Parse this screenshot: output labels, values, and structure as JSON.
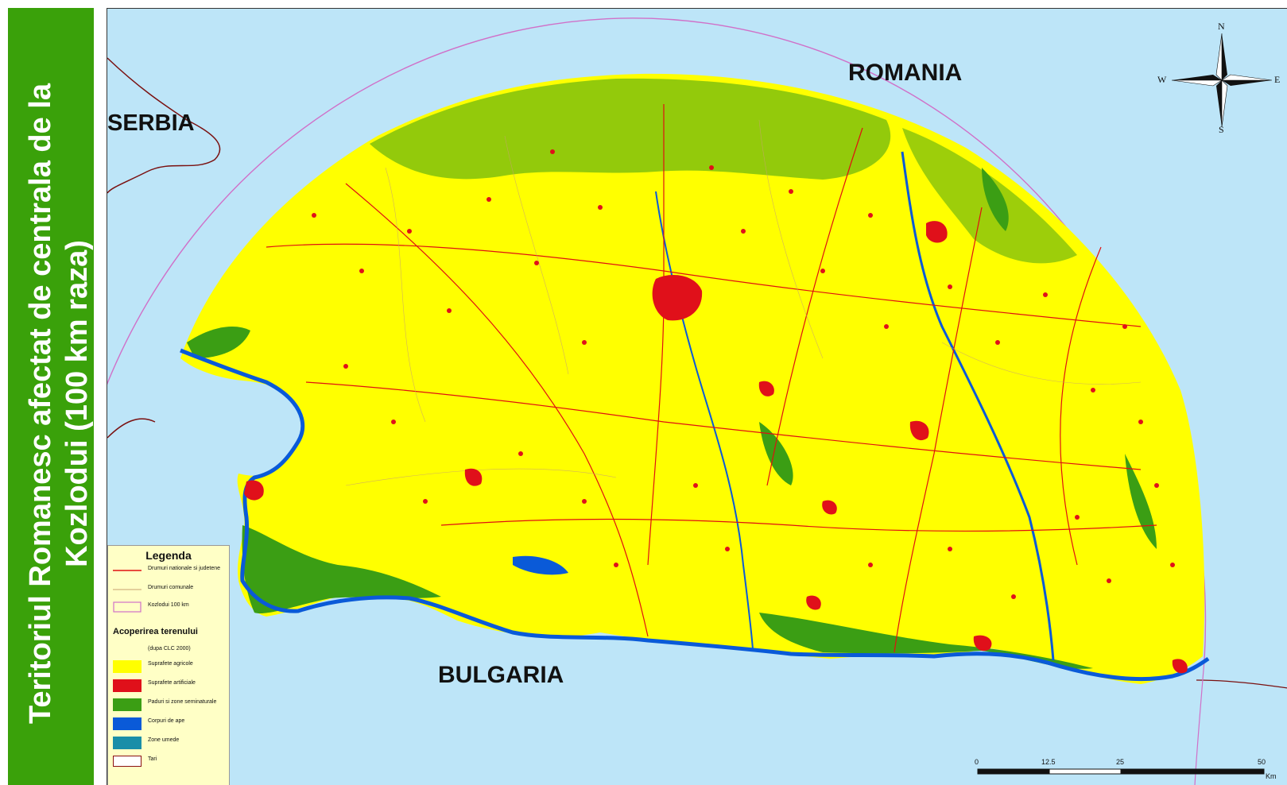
{
  "title": "Teritoriul Romanesc afectat de centrala de la Kozlodui (100 km raza)",
  "countries": {
    "romania": "ROMANIA",
    "serbia": "SERBIA",
    "bulgaria": "BULGARIA"
  },
  "legend": {
    "title": "Legenda",
    "items": [
      {
        "label": "Drumuri nationale si judetene",
        "color": "#e01010",
        "kind": "line"
      },
      {
        "label": "Drumuri comunale",
        "color": "#c8a070",
        "kind": "line"
      },
      {
        "label": "Kozlodui 100 km",
        "color": "#d070c8",
        "kind": "outline"
      }
    ],
    "section_title": "Acoperirea terenului",
    "section_note": "(dupa CLC 2000)",
    "landcover": [
      {
        "label": "Suprafete agricole",
        "color": "#ffff00"
      },
      {
        "label": "Suprafete artificiale",
        "color": "#e0101a"
      },
      {
        "label": "Paduri si zone seminaturale",
        "color": "#3b9e14"
      },
      {
        "label": "Corpuri de ape",
        "color": "#0a5ad8"
      },
      {
        "label": "Zone umede",
        "color": "#1a8ea8"
      },
      {
        "label": "Tari",
        "color": "#ffffff",
        "outline": "#8a1010"
      }
    ]
  },
  "scale": {
    "ticks": [
      "0",
      "12.5",
      "25",
      "50"
    ],
    "unit": "Km"
  },
  "compass": {
    "n": "N",
    "s": "S",
    "e": "E",
    "w": "W"
  },
  "colors": {
    "water": "#bde5f8",
    "agriculture": "#ffff00",
    "forest": "#3b9e14",
    "urban": "#e0101a",
    "river": "#0a5ad8",
    "buffer": "#d070c8",
    "title_band": "#3aa10a"
  }
}
